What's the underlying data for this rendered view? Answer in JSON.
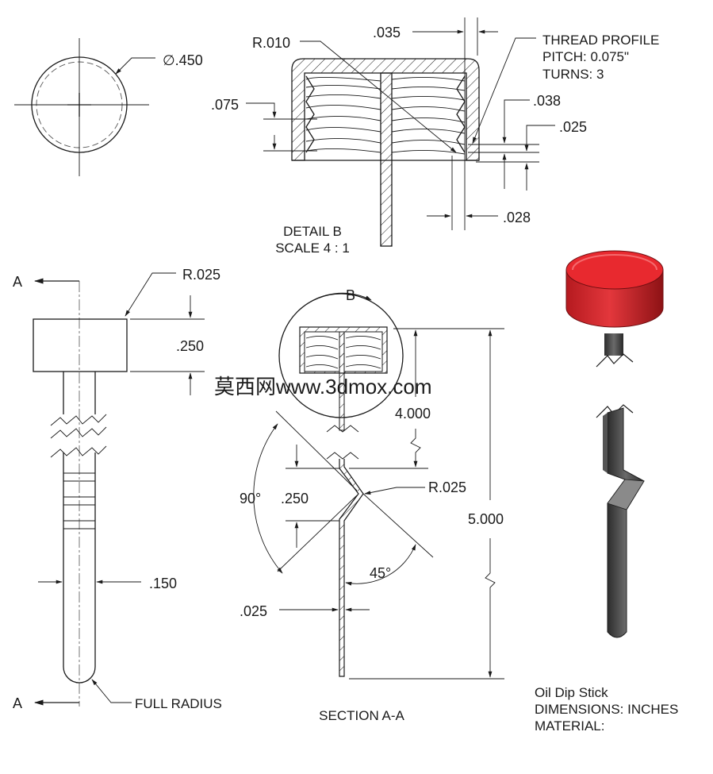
{
  "colors": {
    "cap": "#d9262b",
    "cap_dark": "#9e1519",
    "metal": "#3b3b3b",
    "metal_light": "#7a7a7a"
  },
  "top_view": {
    "diameter": "∅.450"
  },
  "detail_b": {
    "radius": "R.010",
    "width_dim": ".035",
    "pitch_dim": ".075",
    "dim_038": ".038",
    "dim_025": ".025",
    "dim_028": ".028",
    "thread_note": [
      "THREAD PROFILE",
      "PITCH: 0.075\"",
      "TURNS: 3"
    ],
    "title": "DETAIL B",
    "scale": "SCALE 4 : 1"
  },
  "front_view": {
    "section_label": "A",
    "cap_radius": "R.025",
    "cap_height": ".250",
    "shaft_width": ".150",
    "tip_note": "FULL RADIUS"
  },
  "section_view": {
    "detail_label": "B",
    "length_dim": "4.000",
    "overall_dim": "5.000",
    "angle_90": "90°",
    "offset_dim": ".250",
    "bend_radius": "R.025",
    "angle_45": "45°",
    "thickness": ".025",
    "title": "SECTION A-A"
  },
  "title_block": [
    "Oil Dip Stick",
    "DIMENSIONS: INCHES",
    "MATERIAL:"
  ],
  "watermark": "莫西网www.3dmox.com"
}
